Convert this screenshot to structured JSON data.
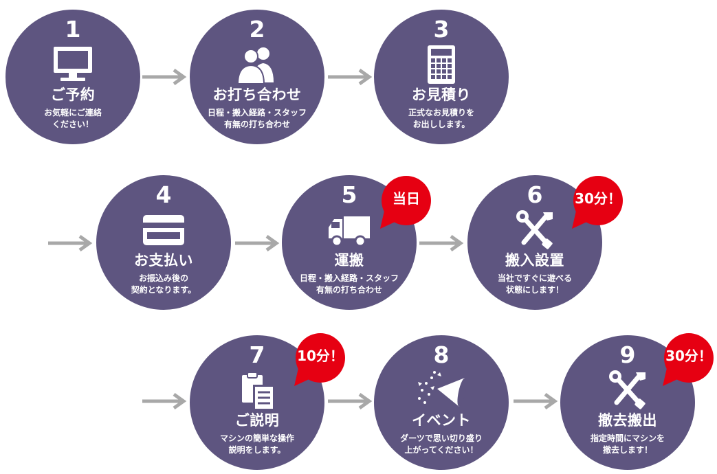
{
  "steps": [
    {
      "num": "1",
      "title": "ご予約",
      "desc": [
        "お気軽にご連絡",
        "ください！"
      ],
      "icon": "monitor-icon"
    },
    {
      "num": "2",
      "title": "お打ち合わせ",
      "desc": [
        "日程・搬入経路・スタッフ",
        "有無の打ち合わせ"
      ],
      "icon": "people-icon"
    },
    {
      "num": "3",
      "title": "お見積り",
      "desc": [
        "正式なお見積りを",
        "お出しします。"
      ],
      "icon": "calculator-icon"
    },
    {
      "num": "4",
      "title": "お支払い",
      "desc": [
        "お振込み後の",
        "契約となります。"
      ],
      "icon": "card-icon"
    },
    {
      "num": "5",
      "title": "運搬",
      "desc": [
        "日程・搬入経路・スタッフ",
        "有無の打ち合わせ"
      ],
      "icon": "truck-icon",
      "badge": "当日"
    },
    {
      "num": "6",
      "title": "搬入設置",
      "desc": [
        "当社ですぐに遊べる",
        "状態にします！"
      ],
      "icon": "tools-icon",
      "badge": "30分！"
    },
    {
      "num": "7",
      "title": "ご説明",
      "desc": [
        "マシンの簡単な操作",
        "説明をします。"
      ],
      "icon": "clipboard-icon",
      "badge": "10分！"
    },
    {
      "num": "8",
      "title": "イベント",
      "desc": [
        "ダーツで思い切り盛り",
        "上がってください！"
      ],
      "icon": "party-popper-icon"
    },
    {
      "num": "9",
      "title": "撤去搬出",
      "desc": [
        "指定時間にマシンを",
        "撤去します！"
      ],
      "icon": "tools-icon",
      "badge": "30分！"
    }
  ],
  "colors": {
    "circle": "#5e5580",
    "arrow": "#a8a8a8",
    "badge": "#e60012"
  }
}
